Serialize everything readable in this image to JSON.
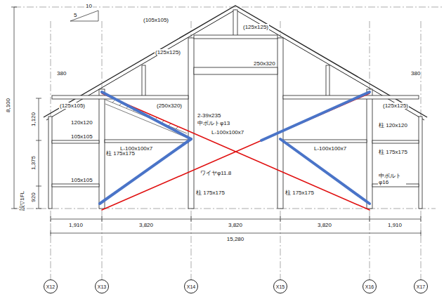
{
  "diagram": {
    "nodes": [
      {
        "text": [
          "X12"
        ]
      },
      {
        "text": [
          "X13"
        ]
      },
      {
        "text": [
          "X14"
        ]
      },
      {
        "text": [
          "X15"
        ]
      },
      {
        "text": [
          "X16"
        ]
      },
      {
        "text": [
          "X17"
        ]
      }
    ],
    "labels": [
      "10",
      "5",
      "(105x105)",
      "(125x125)",
      "(125x125)",
      "250x320",
      "380",
      "380",
      "8,100",
      "(125x105)",
      "(250x320)",
      "2-39x235",
      "中ボルトφ13",
      "1,120",
      "120x120",
      "105x105",
      "L-100x100x7",
      "L-100x100x7",
      "L-100x100x7",
      "(125x125)",
      "柱 120x120",
      "柱 175x175",
      "柱 175x175",
      "1,375",
      "105x105",
      "ワイヤφ11.8",
      "柱 175x175",
      "柱 175x175",
      "中ボルト φ16",
      "920",
      "設▽1FL",
      "1,910",
      "3,820",
      "3,820",
      "3,820",
      "1,910",
      "15,280"
    ]
  }
}
